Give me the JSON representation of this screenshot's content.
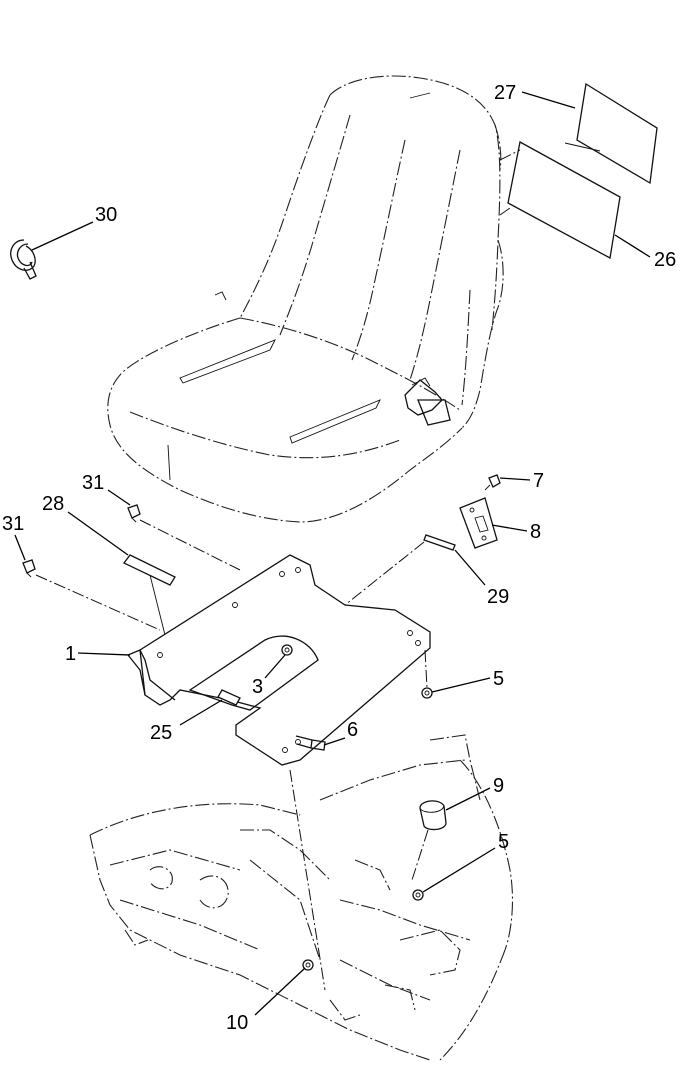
{
  "callouts": {
    "c27": "27",
    "c26": "26",
    "c30": "30",
    "c31a": "31",
    "c31b": "31",
    "c28": "28",
    "c7": "7",
    "c8": "8",
    "c29": "29",
    "c1": "1",
    "c3": "3",
    "c5a": "5",
    "c25": "25",
    "c6": "6",
    "c9": "9",
    "c5b": "5",
    "c10": "10"
  }
}
